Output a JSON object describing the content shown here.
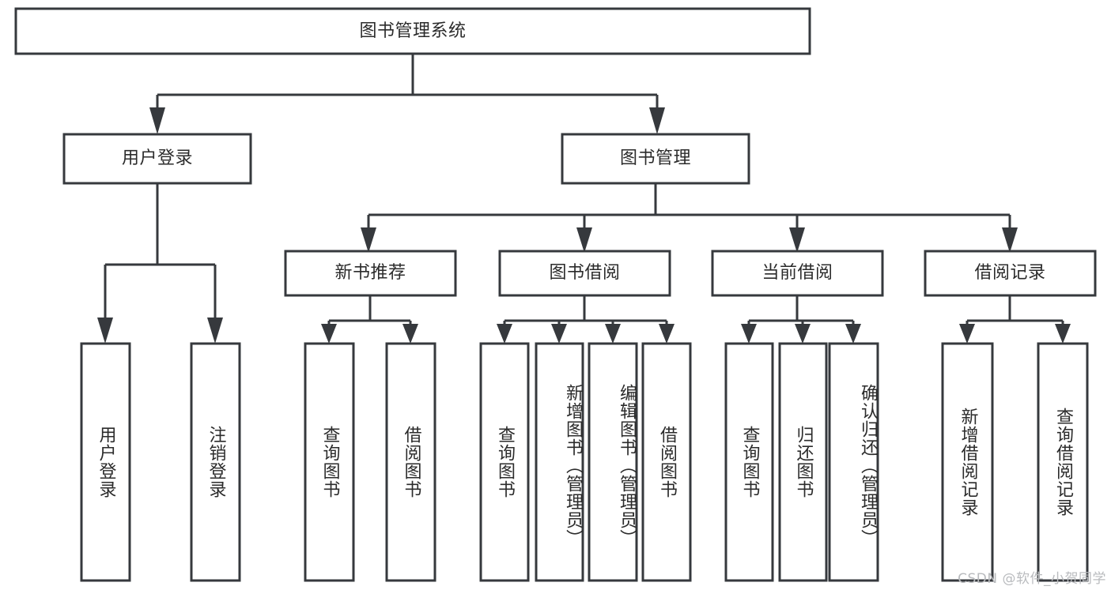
{
  "diagram": {
    "type": "tree",
    "title": "图书管理系统",
    "watermark": "CSDN @软件_小贺同学",
    "colors": {
      "stroke": "#36393d",
      "box_fill": "#ffffff",
      "text": "#2b2b2b",
      "background": "#ffffff",
      "watermark": "#b9bbbe"
    },
    "nodes": {
      "root": {
        "label": "图书管理系统"
      },
      "level1": [
        {
          "id": "user-login",
          "label": "用户登录"
        },
        {
          "id": "book-management",
          "label": "图书管理"
        }
      ],
      "level2": [
        {
          "id": "new-book-recommend",
          "label": "新书推荐"
        },
        {
          "id": "book-borrow",
          "label": "图书借阅"
        },
        {
          "id": "current-borrow",
          "label": "当前借阅"
        },
        {
          "id": "borrow-record",
          "label": "借阅记录"
        }
      ],
      "leaves": {
        "user_login": [
          {
            "id": "leaf-user-login",
            "label": "用户登录"
          },
          {
            "id": "leaf-logout-login",
            "label": "注销登录"
          }
        ],
        "new_book_recommend": [
          {
            "id": "leaf-query-book-1",
            "label": "查询图书"
          },
          {
            "id": "leaf-borrow-book-1",
            "label": "借阅图书"
          }
        ],
        "book_borrow": [
          {
            "id": "leaf-query-book-2",
            "label": "查询图书"
          },
          {
            "id": "leaf-add-book",
            "label": "新增图书（管理员）"
          },
          {
            "id": "leaf-edit-book",
            "label": "编辑图书（管理员）"
          },
          {
            "id": "leaf-borrow-book-2",
            "label": "借阅图书"
          }
        ],
        "current_borrow": [
          {
            "id": "leaf-query-book-3",
            "label": "查询图书"
          },
          {
            "id": "leaf-return-book",
            "label": "归还图书"
          },
          {
            "id": "leaf-confirm-return",
            "label": "确认归还（管理员）"
          }
        ],
        "borrow_record": [
          {
            "id": "leaf-add-record",
            "label": "新增借阅记录"
          },
          {
            "id": "leaf-query-record",
            "label": "查询借阅记录"
          }
        ]
      }
    }
  }
}
